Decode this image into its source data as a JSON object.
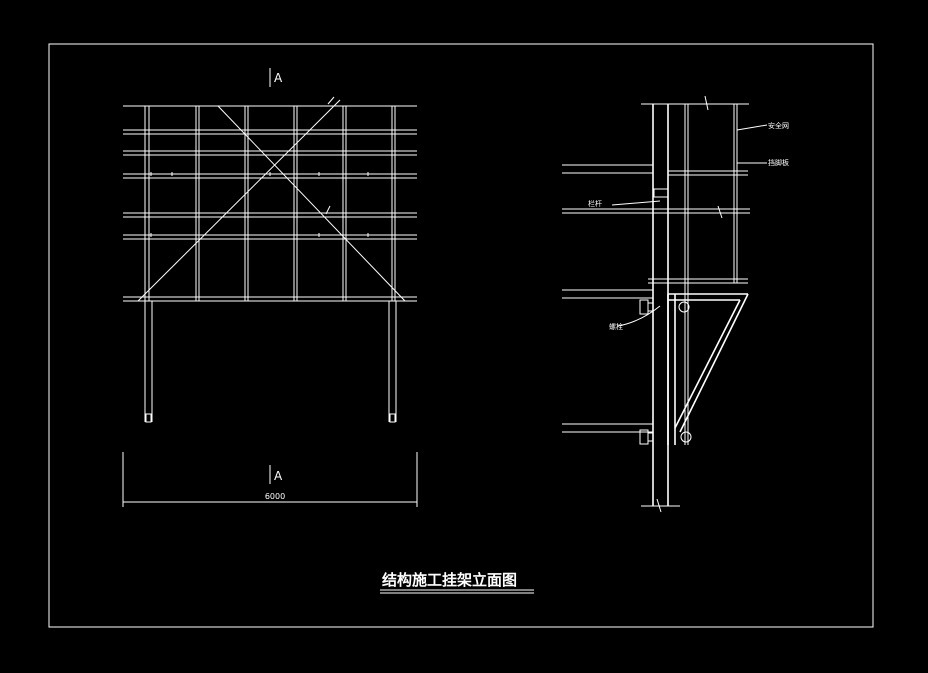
{
  "drawing": {
    "title": "结构施工挂架立面图",
    "section_mark_top": "A",
    "section_mark_bottom": "A",
    "dimension": "6000",
    "labels": {
      "safety_net": "安全网",
      "toe_board": "挡脚板",
      "railing": "栏杆",
      "bolt": "螺栓"
    }
  }
}
